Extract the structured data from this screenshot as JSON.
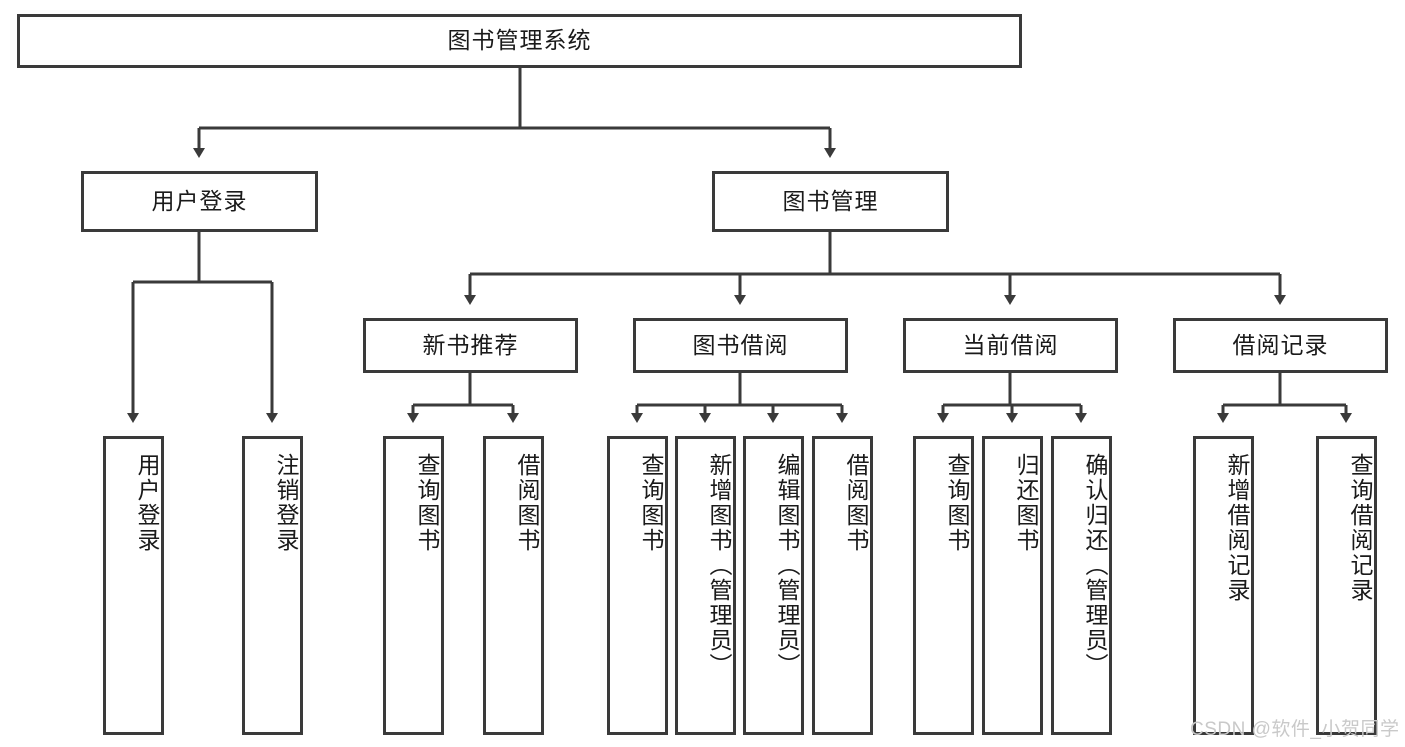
{
  "diagram": {
    "title": "图书管理系统",
    "type": "tree",
    "orientation": "top-down",
    "colors": {
      "background": "#ffffff",
      "node_border": "#3a3a3a",
      "node_fill": "#ffffff",
      "edge": "#3a3a3a",
      "text": "#1a1a1a",
      "watermark": "#c9c9c9"
    },
    "root": {
      "label": "图书管理系统"
    },
    "level2": [
      {
        "label": "用户登录"
      },
      {
        "label": "图书管理"
      }
    ],
    "level3": [
      {
        "label": "新书推荐"
      },
      {
        "label": "图书借阅"
      },
      {
        "label": "当前借阅"
      },
      {
        "label": "借阅记录"
      }
    ],
    "leaves": {
      "user_login": [
        {
          "label": "用户登录"
        },
        {
          "label": "注销登录"
        }
      ],
      "new_book": [
        {
          "label": "查询图书"
        },
        {
          "label": "借阅图书"
        }
      ],
      "book_borrow": [
        {
          "label": "查询图书"
        },
        {
          "label": "新增图书（管理员）"
        },
        {
          "label": "编辑图书（管理员）"
        },
        {
          "label": "借阅图书"
        }
      ],
      "current_borrow": [
        {
          "label": "查询图书"
        },
        {
          "label": "归还图书"
        },
        {
          "label": "确认归还（管理员）"
        }
      ],
      "borrow_record": [
        {
          "label": "新增借阅记录"
        },
        {
          "label": "查询借阅记录"
        }
      ]
    }
  },
  "watermark": {
    "text": "CSDN @软件_小贺同学"
  }
}
